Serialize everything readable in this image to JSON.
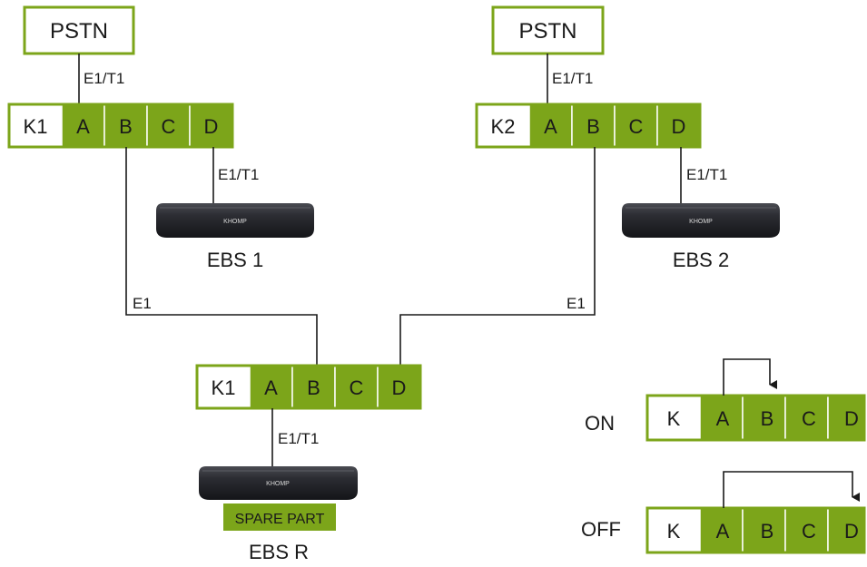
{
  "pstn_left": "PSTN",
  "pstn_right": "PSTN",
  "link_e1t1": "E1/T1",
  "link_e1": "E1",
  "device_brand": "KHOMP",
  "block1": {
    "key": "K1",
    "ports": [
      "A",
      "B",
      "C",
      "D"
    ]
  },
  "block2": {
    "key": "K2",
    "ports": [
      "A",
      "B",
      "C",
      "D"
    ]
  },
  "blockR": {
    "key": "K1",
    "ports": [
      "A",
      "B",
      "C",
      "D"
    ]
  },
  "ebs1_label": "EBS 1",
  "ebs2_label": "EBS 2",
  "ebsr_label": "EBS R",
  "spare_part": "SPARE PART",
  "legend": {
    "on_label": "ON",
    "off_label": "OFF",
    "key": "K",
    "ports": [
      "A",
      "B",
      "C",
      "D"
    ]
  },
  "colors": {
    "accent": "#7ca51a",
    "device": "#2a2b30",
    "line": "#1a1a1a"
  }
}
